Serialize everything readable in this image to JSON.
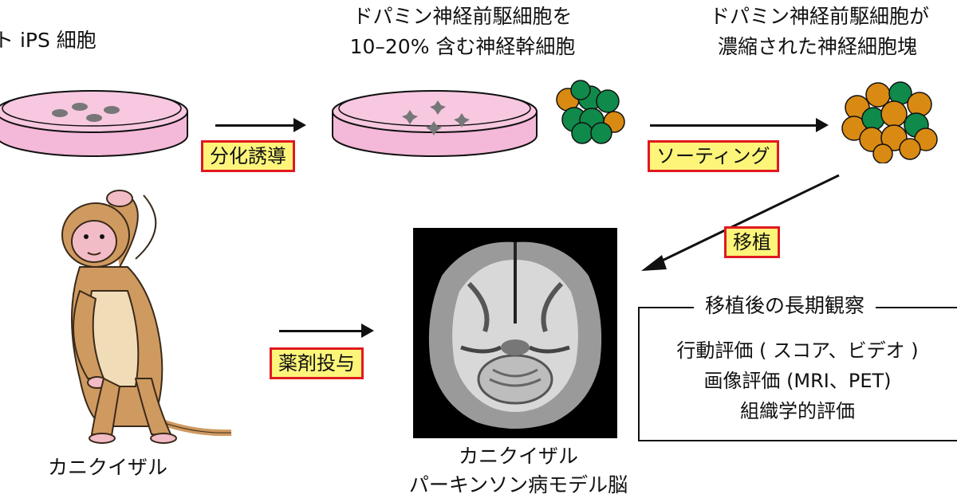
{
  "labels": {
    "ips": "ト iPS 細胞",
    "stem_line1": "ドパミン神経前駆細胞を",
    "stem_line2": "10–20% 含む神経幹細胞",
    "enriched_line1": "ドパミン神経前駆細胞が",
    "enriched_line2": "濃縮された神経細胞塊",
    "monkey": "カニクイザル",
    "brain_line1": "カニクイザル",
    "brain_line2": "パーキンソン病モデル脳"
  },
  "steps": {
    "differentiation": "分化誘導",
    "sorting": "ソーティング",
    "transplant": "移植",
    "drug": "薬剤投与"
  },
  "observation": {
    "title": "移植後の長期観察",
    "items": [
      "行動評価 ( スコア、ビデオ )",
      "画像評価 (MRI、PET)",
      "組織学的評価"
    ]
  },
  "colors": {
    "highlight_fill": "#fdf57a",
    "highlight_border": "#e0191f",
    "dish_medium": "#f4b8d8",
    "cell_green": "#0f8a4a",
    "cell_orange": "#d98a12",
    "monkey_fur": "#cf9a60",
    "monkey_face": "#f2bcc6"
  }
}
